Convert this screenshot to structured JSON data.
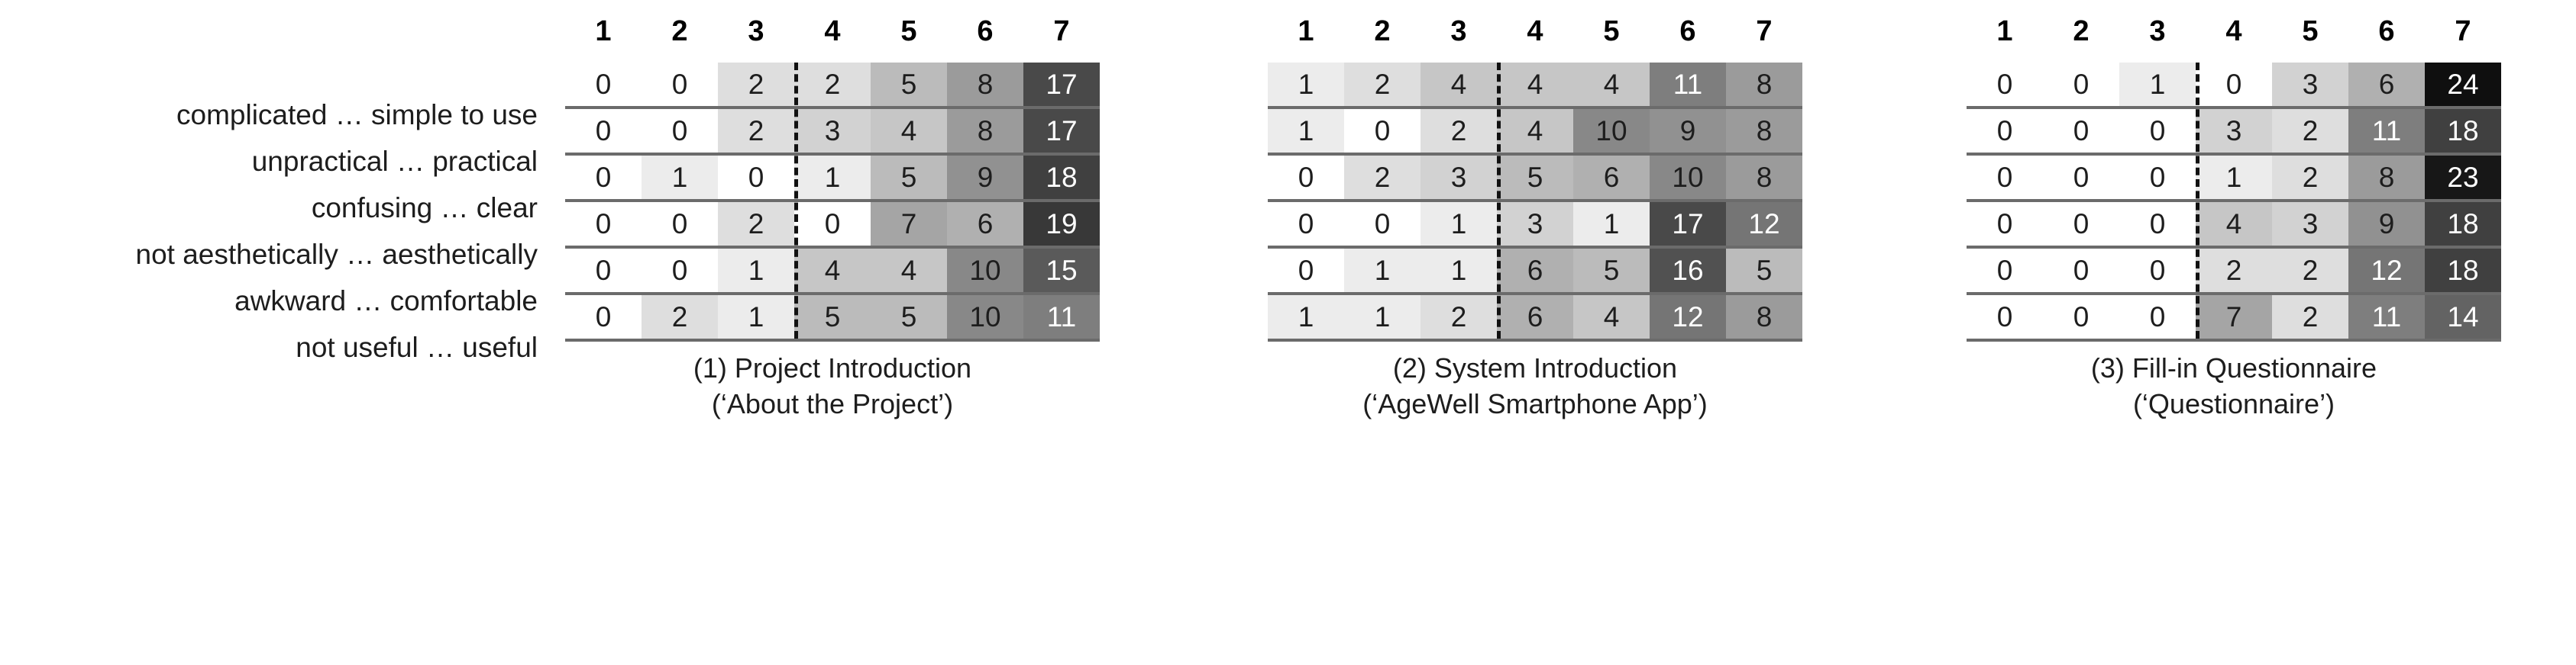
{
  "figure": {
    "row_labels": [
      "complicated … simple to use",
      "unpractical … practical",
      "confusing … clear",
      "not aesthetically … aesthetically",
      "awkward … comfortable",
      "not useful … useful"
    ],
    "column_headers": [
      "1",
      "2",
      "3",
      "4",
      "5",
      "6",
      "7"
    ],
    "blocks": [
      {
        "caption_line1": "(1) Project Introduction",
        "caption_line2": "(‘About the Project’)"
      },
      {
        "caption_line1": "(2) System Introduction",
        "caption_line2": "(‘AgeWell Smartphone App’)"
      },
      {
        "caption_line1": "(3) Fill-in Questionnaire",
        "caption_line2": "(‘Questionnaire’)"
      }
    ]
  },
  "chart_data": {
    "type": "heatmap",
    "title": "",
    "xlabel": "",
    "ylabel": "",
    "x_tick_labels": [
      "1",
      "2",
      "3",
      "4",
      "5",
      "6",
      "7"
    ],
    "y_tick_labels": [
      "complicated … simple to use",
      "unpractical … practical",
      "confusing … clear",
      "not aesthetically … aesthetically",
      "awkward … comfortable",
      "not useful … useful"
    ],
    "grid": false,
    "legend": "none",
    "colormap": "greys",
    "value_range": [
      0,
      24
    ],
    "annotations": [
      "dashed vertical divider between scale point 3 and 4"
    ],
    "panels": [
      {
        "name": "(1) Project Introduction (‘About the Project’)",
        "values": [
          [
            0,
            0,
            2,
            2,
            5,
            8,
            17
          ],
          [
            0,
            0,
            2,
            3,
            4,
            8,
            17
          ],
          [
            0,
            1,
            0,
            1,
            5,
            9,
            18
          ],
          [
            0,
            0,
            2,
            0,
            7,
            6,
            19
          ],
          [
            0,
            0,
            1,
            4,
            4,
            10,
            15
          ],
          [
            0,
            2,
            1,
            5,
            5,
            10,
            11
          ]
        ]
      },
      {
        "name": "(2) System Introduction (‘AgeWell Smartphone App’)",
        "values": [
          [
            1,
            2,
            4,
            4,
            4,
            11,
            8
          ],
          [
            1,
            0,
            2,
            4,
            10,
            9,
            8
          ],
          [
            0,
            2,
            3,
            5,
            6,
            10,
            8
          ],
          [
            0,
            0,
            1,
            3,
            1,
            17,
            12
          ],
          [
            0,
            1,
            1,
            6,
            5,
            16,
            5
          ],
          [
            1,
            1,
            2,
            6,
            4,
            12,
            8
          ]
        ]
      },
      {
        "name": "(3) Fill-in Questionnaire (‘Questionnaire’)",
        "values": [
          [
            0,
            0,
            1,
            0,
            3,
            6,
            24
          ],
          [
            0,
            0,
            0,
            3,
            2,
            11,
            18
          ],
          [
            0,
            0,
            0,
            1,
            2,
            8,
            23
          ],
          [
            0,
            0,
            0,
            4,
            3,
            9,
            18
          ],
          [
            0,
            0,
            0,
            2,
            2,
            12,
            18
          ],
          [
            0,
            0,
            0,
            7,
            2,
            11,
            14
          ]
        ]
      }
    ]
  }
}
